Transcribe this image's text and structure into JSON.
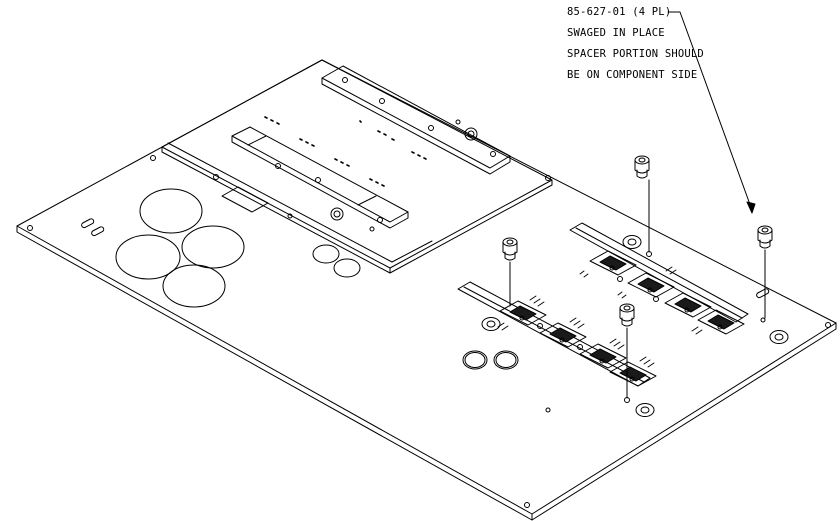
{
  "callout": {
    "lines": [
      "85-627-01 (4 PL)",
      "SWAGED IN PLACE",
      "SPACER PORTION SHOULD",
      "BE ON COMPONENT SIDE"
    ]
  },
  "colors": {
    "line": "#000000",
    "background": "#ffffff",
    "component_fill": "#1a1a1a"
  }
}
